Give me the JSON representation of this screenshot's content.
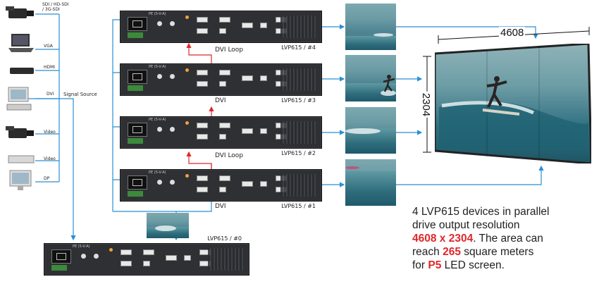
{
  "sources": [
    {
      "icon": "camcorder-icon",
      "label": "SDI / HD-SDI / 3G-SDI"
    },
    {
      "icon": "laptop-icon",
      "label": "VGA"
    },
    {
      "icon": "media-player-icon",
      "label": "HDMI"
    },
    {
      "icon": "desktop-pc-icon",
      "label": "DVI"
    },
    {
      "icon": "camcorder-icon",
      "label": "Video"
    },
    {
      "icon": "dvd-player-icon",
      "label": "Video"
    },
    {
      "icon": "monitor-icon",
      "label": "DP"
    }
  ],
  "signal_source_label": "Signal Source",
  "devices": {
    "unit1": "LVP615 / #1",
    "unit2": "LVP615 / #2",
    "unit3": "LVP615 / #3",
    "unit4": "LVP615 / #4",
    "unit0": "LVP615 / #0"
  },
  "connections": {
    "dvi_loop_top": "DVI Loop",
    "dvi_top": "DVI",
    "dvi_loop_bottom": "DVI Loop",
    "dvi_bottom": "DVI"
  },
  "screen": {
    "width_label": "4608",
    "height_label": "2304"
  },
  "note": {
    "line1": "4 LVP615 devices in parallel",
    "line2": "drive output resolution",
    "resolution": "4608 x 2304",
    "line3_tail": ". The area can",
    "line4_head": "reach ",
    "area": "265",
    "line4_tail": " square meters",
    "line5_head": "for ",
    "pitch": "P5",
    "line5_tail": " LED screen."
  },
  "colors": {
    "arrow": "#2a8fd4",
    "loop": "#e0272b",
    "highlight": "#e0272b"
  }
}
